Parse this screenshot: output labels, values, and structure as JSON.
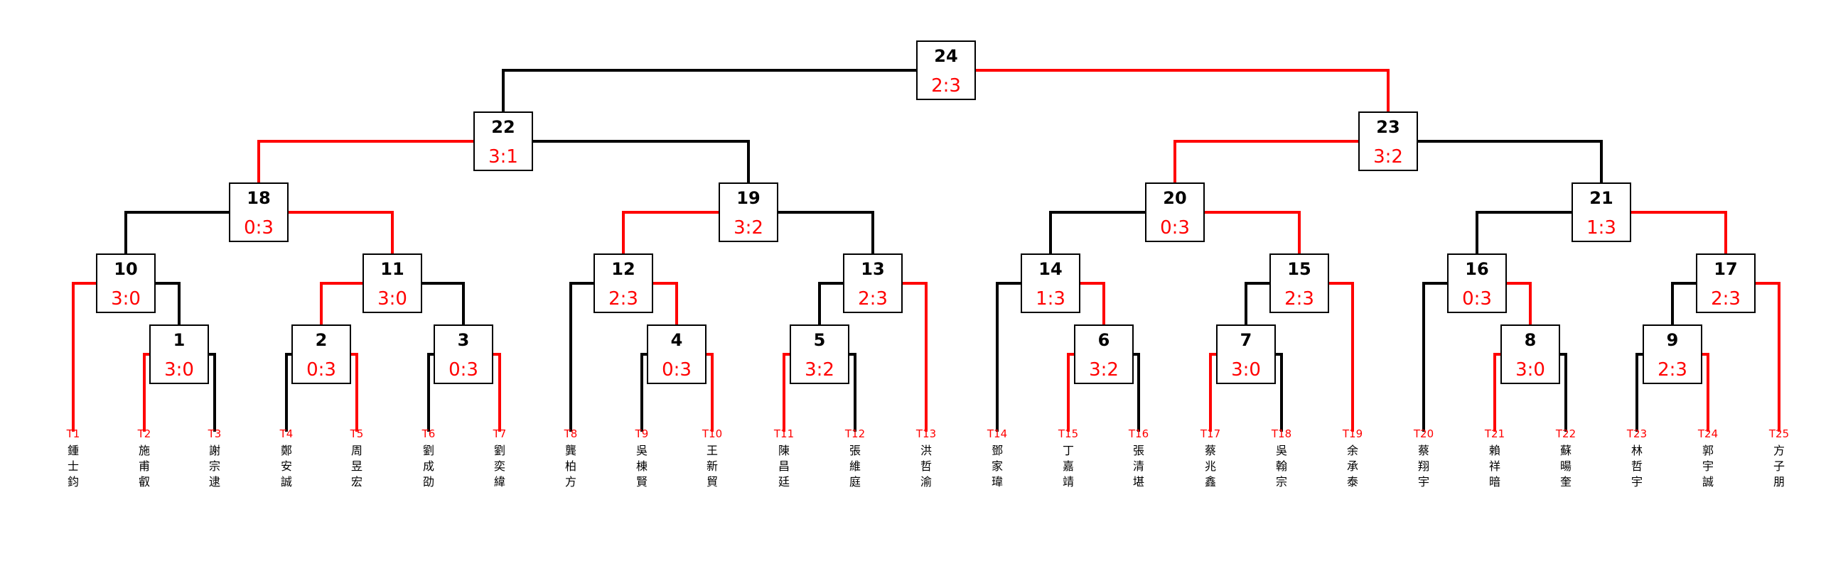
{
  "colors": {
    "win": "#ff0000",
    "line": "#000000",
    "box_border": "#000000",
    "box_fill": "#ffffff"
  },
  "teams": [
    {
      "code": "T1",
      "name": "鍾士鈞"
    },
    {
      "code": "T2",
      "name": "施甫叡"
    },
    {
      "code": "T3",
      "name": "謝宗逮"
    },
    {
      "code": "T4",
      "name": "鄭安誠"
    },
    {
      "code": "T5",
      "name": "周昱宏"
    },
    {
      "code": "T6",
      "name": "劉成劭"
    },
    {
      "code": "T7",
      "name": "劉奕緯"
    },
    {
      "code": "T8",
      "name": "龔柏方"
    },
    {
      "code": "T9",
      "name": "吳棟賢"
    },
    {
      "code": "T10",
      "name": "王新貿"
    },
    {
      "code": "T11",
      "name": "陳昌廷"
    },
    {
      "code": "T12",
      "name": "張維庭"
    },
    {
      "code": "T13",
      "name": "洪哲渝"
    },
    {
      "code": "T14",
      "name": "鄧家瑋"
    },
    {
      "code": "T15",
      "name": "丁嘉靖"
    },
    {
      "code": "T16",
      "name": "張清堪"
    },
    {
      "code": "T17",
      "name": "蔡兆鑫"
    },
    {
      "code": "T18",
      "name": "吳翰宗"
    },
    {
      "code": "T19",
      "name": "余承泰"
    },
    {
      "code": "T20",
      "name": "蔡翔宇"
    },
    {
      "code": "T21",
      "name": "賴祥暗"
    },
    {
      "code": "T22",
      "name": "蘇暘奎"
    },
    {
      "code": "T23",
      "name": "林哲宇"
    },
    {
      "code": "T24",
      "name": "郭宇誠"
    },
    {
      "code": "T25",
      "name": "方子朋"
    }
  ],
  "matches": [
    {
      "id": "1",
      "score": "3:0",
      "left": "T2",
      "right": "T3",
      "winner": "left"
    },
    {
      "id": "2",
      "score": "0:3",
      "left": "T4",
      "right": "T5",
      "winner": "right"
    },
    {
      "id": "3",
      "score": "0:3",
      "left": "T6",
      "right": "T7",
      "winner": "right"
    },
    {
      "id": "4",
      "score": "0:3",
      "left": "T9",
      "right": "T10",
      "winner": "right"
    },
    {
      "id": "5",
      "score": "3:2",
      "left": "T11",
      "right": "T12",
      "winner": "left"
    },
    {
      "id": "6",
      "score": "3:2",
      "left": "T15",
      "right": "T16",
      "winner": "left"
    },
    {
      "id": "7",
      "score": "3:0",
      "left": "T17",
      "right": "T18",
      "winner": "left"
    },
    {
      "id": "8",
      "score": "3:0",
      "left": "T21",
      "right": "T22",
      "winner": "left"
    },
    {
      "id": "9",
      "score": "2:3",
      "left": "T23",
      "right": "T24",
      "winner": "right"
    },
    {
      "id": "10",
      "score": "3:0",
      "left": "T1",
      "right": "M1",
      "winner": "left"
    },
    {
      "id": "11",
      "score": "3:0",
      "left": "M2",
      "right": "M3",
      "winner": "left"
    },
    {
      "id": "12",
      "score": "2:3",
      "left": "T8",
      "right": "M4",
      "winner": "right"
    },
    {
      "id": "13",
      "score": "2:3",
      "left": "M5",
      "right": "T13",
      "winner": "right"
    },
    {
      "id": "14",
      "score": "1:3",
      "left": "T14",
      "right": "M6",
      "winner": "right"
    },
    {
      "id": "15",
      "score": "2:3",
      "left": "M7",
      "right": "T19",
      "winner": "right"
    },
    {
      "id": "16",
      "score": "0:3",
      "left": "T20",
      "right": "M8",
      "winner": "right"
    },
    {
      "id": "17",
      "score": "2:3",
      "left": "M9",
      "right": "T25",
      "winner": "right"
    },
    {
      "id": "18",
      "score": "0:3",
      "left": "M10",
      "right": "M11",
      "winner": "right"
    },
    {
      "id": "19",
      "score": "3:2",
      "left": "M12",
      "right": "M13",
      "winner": "left"
    },
    {
      "id": "20",
      "score": "0:3",
      "left": "M14",
      "right": "M15",
      "winner": "right"
    },
    {
      "id": "21",
      "score": "1:3",
      "left": "M16",
      "right": "M17",
      "winner": "right"
    },
    {
      "id": "22",
      "score": "3:1",
      "left": "M18",
      "right": "M19",
      "winner": "left"
    },
    {
      "id": "23",
      "score": "3:2",
      "left": "M20",
      "right": "M21",
      "winner": "left"
    },
    {
      "id": "24",
      "score": "2:3",
      "left": "M22",
      "right": "M23",
      "winner": "right"
    }
  ]
}
